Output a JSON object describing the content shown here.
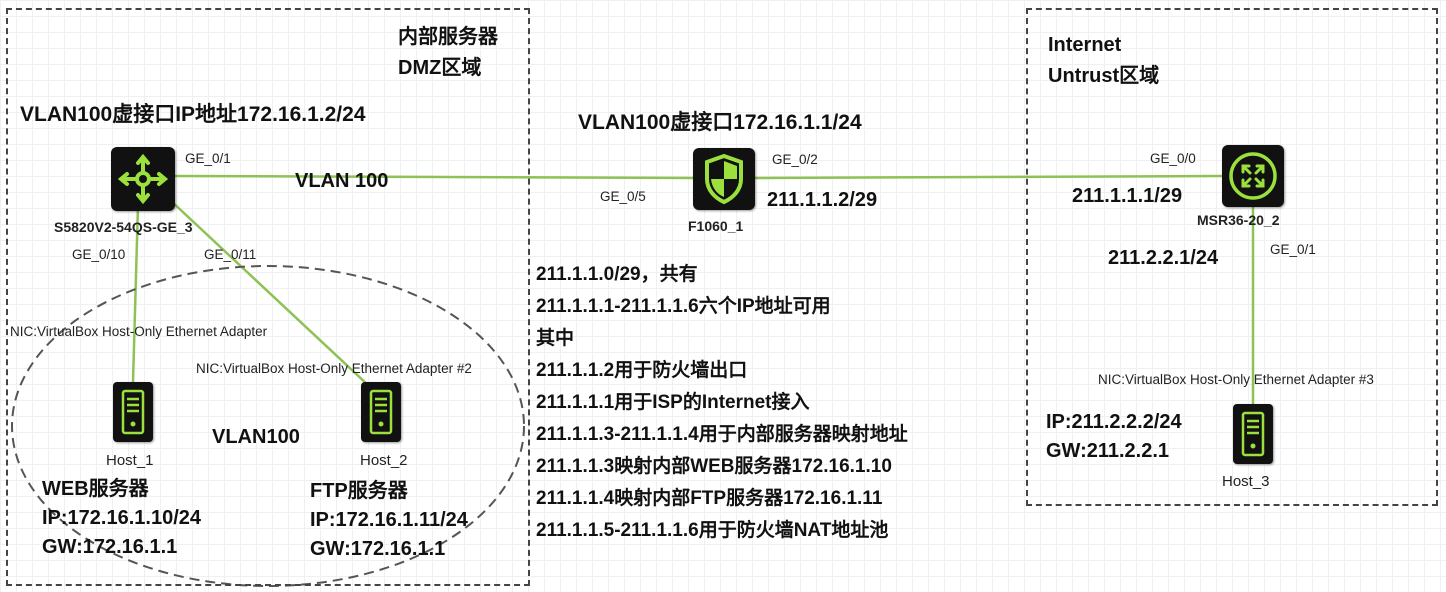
{
  "zones": {
    "dmz_title": "内部服务器",
    "dmz_sub": "DMZ区域",
    "untrust_title": "Internet",
    "untrust_sub": "Untrust区域"
  },
  "devices": {
    "switch": "S5820V2-54QS-GE_3",
    "firewall": "F1060_1",
    "router": "MSR36-20_2",
    "host1": "Host_1",
    "host2": "Host_2",
    "host3": "Host_3"
  },
  "ports": {
    "sw_ge01": "GE_0/1",
    "sw_ge010": "GE_0/10",
    "sw_ge011": "GE_0/11",
    "fw_ge05": "GE_0/5",
    "fw_ge02": "GE_0/2",
    "rt_ge00": "GE_0/0",
    "rt_ge01": "GE_0/1"
  },
  "labels": {
    "sw_vlanif": "VLAN100虚接口IP地址172.16.1.2/24",
    "fw_vlanif": "VLAN100虚接口172.16.1.1/24",
    "vlan_link": "VLAN 100",
    "vlan_group": "VLAN100",
    "fw_wan_ip": "211.1.1.2/29",
    "rt_wan_ip": "211.1.1.1/29",
    "rt_lan_ip": "211.2.2.1/24"
  },
  "nics": {
    "host1": "NIC:VirtualBox Host-Only Ethernet Adapter",
    "host2": "NIC:VirtualBox Host-Only Ethernet Adapter #2",
    "host3": "NIC:VirtualBox Host-Only Ethernet Adapter #3"
  },
  "hosts": {
    "web": {
      "role": "WEB服务器",
      "ip": "IP:172.16.1.10/24",
      "gw": "GW:172.16.1.1"
    },
    "ftp": {
      "role": "FTP服务器",
      "ip": "IP:172.16.1.11/24",
      "gw": "GW:172.16.1.1"
    },
    "h3": {
      "ip": "IP:211.2.2.2/24",
      "gw": "GW:211.2.2.1"
    }
  },
  "notes": [
    "211.1.1.0/29，共有",
    "211.1.1.1-211.1.1.6六个IP地址可用",
    "其中",
    "211.1.1.2用于防火墙出口",
    "211.1.1.1用于ISP的Internet接入",
    "211.1.1.3-211.1.1.4用于内部服务器映射地址",
    "211.1.1.3映射内部WEB服务器172.16.1.10",
    "211.1.1.4映射内部FTP服务器172.16.1.11",
    "211.1.1.5-211.1.1.6用于防火墙NAT地址池"
  ],
  "colors": {
    "link": "#8ec254",
    "icon": "#9be03c",
    "device_bg": "#111111",
    "zone_border": "#444444"
  },
  "icons": {
    "switch": "switch-arrows-icon",
    "firewall": "shield-icon",
    "router": "router-arrows-icon",
    "server": "server-icon"
  }
}
